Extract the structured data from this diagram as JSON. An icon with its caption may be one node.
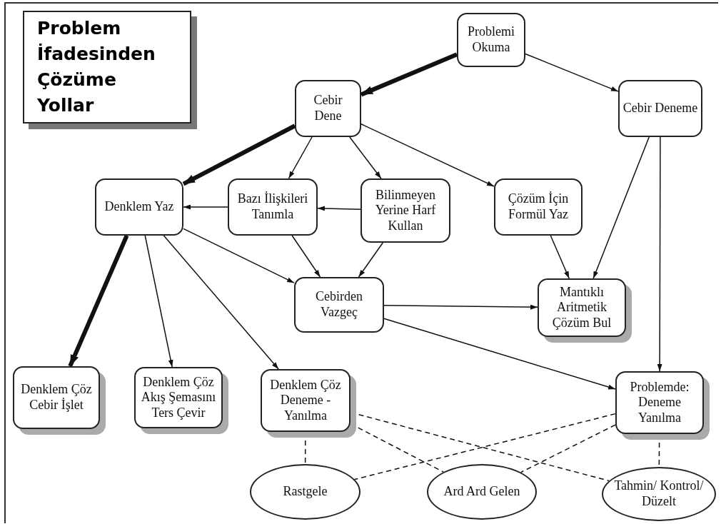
{
  "diagram": {
    "title": "Problem İfadesinden Çözüme Yollar",
    "nodes": [
      {
        "text": [
          "Problemi Okuma"
        ]
      },
      {
        "text": [
          "Cebir Dene"
        ]
      },
      {
        "text": [
          "Cebir Deneme"
        ]
      },
      {
        "text": [
          "Denklem Yaz"
        ]
      },
      {
        "text": [
          "Bazı İlişkileri Tanımla"
        ]
      },
      {
        "text": [
          "Bilinmeyen Yerine Harf Kullan"
        ]
      },
      {
        "text": [
          "Çözüm İçin Formül Yaz"
        ]
      },
      {
        "text": [
          "Cebirden Vazgeç"
        ]
      },
      {
        "text": [
          "Mantıklı Aritmetik Çözüm Bul"
        ]
      },
      {
        "text": [
          "Denklem Çöz Cebir İşlet"
        ]
      },
      {
        "text": [
          "Denklem Çöz Akış Şemasını Ters Çevir"
        ]
      },
      {
        "text": [
          "Denklem Çöz Deneme - Yanılma"
        ]
      },
      {
        "text": [
          "Problemde: Deneme Yanılma"
        ]
      },
      {
        "text": [
          "Rastgele"
        ]
      },
      {
        "text": [
          "Ard Ard Gelen"
        ]
      },
      {
        "text": [
          "Tahmin/ Kontrol/ Düzelt"
        ]
      }
    ],
    "edges": [
      {
        "from": 0,
        "to": 1,
        "arrow": "to",
        "style": "thick"
      },
      {
        "from": 0,
        "to": 2,
        "arrow": "to"
      },
      {
        "from": 1,
        "to": 3,
        "arrow": "to",
        "style": "thick"
      },
      {
        "from": 1,
        "to": 4,
        "arrow": "to"
      },
      {
        "from": 1,
        "to": 5,
        "arrow": "to"
      },
      {
        "from": 1,
        "to": 6,
        "arrow": "to"
      },
      {
        "from": 2,
        "to": 8,
        "arrow": "to"
      },
      {
        "from": 2,
        "to": 12,
        "arrow": "to"
      },
      {
        "from": 4,
        "to": 3,
        "arrow": "to"
      },
      {
        "from": 5,
        "to": 4,
        "arrow": "to"
      },
      {
        "from": 3,
        "to": 7,
        "arrow": "to"
      },
      {
        "from": 3,
        "to": 9,
        "arrow": "to",
        "style": "thick"
      },
      {
        "from": 3,
        "to": 10,
        "arrow": "to"
      },
      {
        "from": 3,
        "to": 11,
        "arrow": "to"
      },
      {
        "from": 4,
        "to": 7,
        "arrow": "to"
      },
      {
        "from": 5,
        "to": 7,
        "arrow": "to"
      },
      {
        "from": 6,
        "to": 8,
        "arrow": "to"
      },
      {
        "from": 7,
        "to": 8,
        "arrow": "to"
      },
      {
        "from": 7,
        "to": 12,
        "arrow": "to"
      },
      {
        "from": 11,
        "to": 13,
        "arrow": "none",
        "style": "dashed"
      },
      {
        "from": 11,
        "to": 14,
        "arrow": "none",
        "style": "dashed"
      },
      {
        "from": 11,
        "to": 15,
        "arrow": "none",
        "style": "dashed"
      },
      {
        "from": 12,
        "to": 13,
        "arrow": "none",
        "style": "dashed"
      },
      {
        "from": 12,
        "to": 14,
        "arrow": "none",
        "style": "dashed"
      },
      {
        "from": 12,
        "to": 15,
        "arrow": "none",
        "style": "dashed"
      }
    ]
  }
}
